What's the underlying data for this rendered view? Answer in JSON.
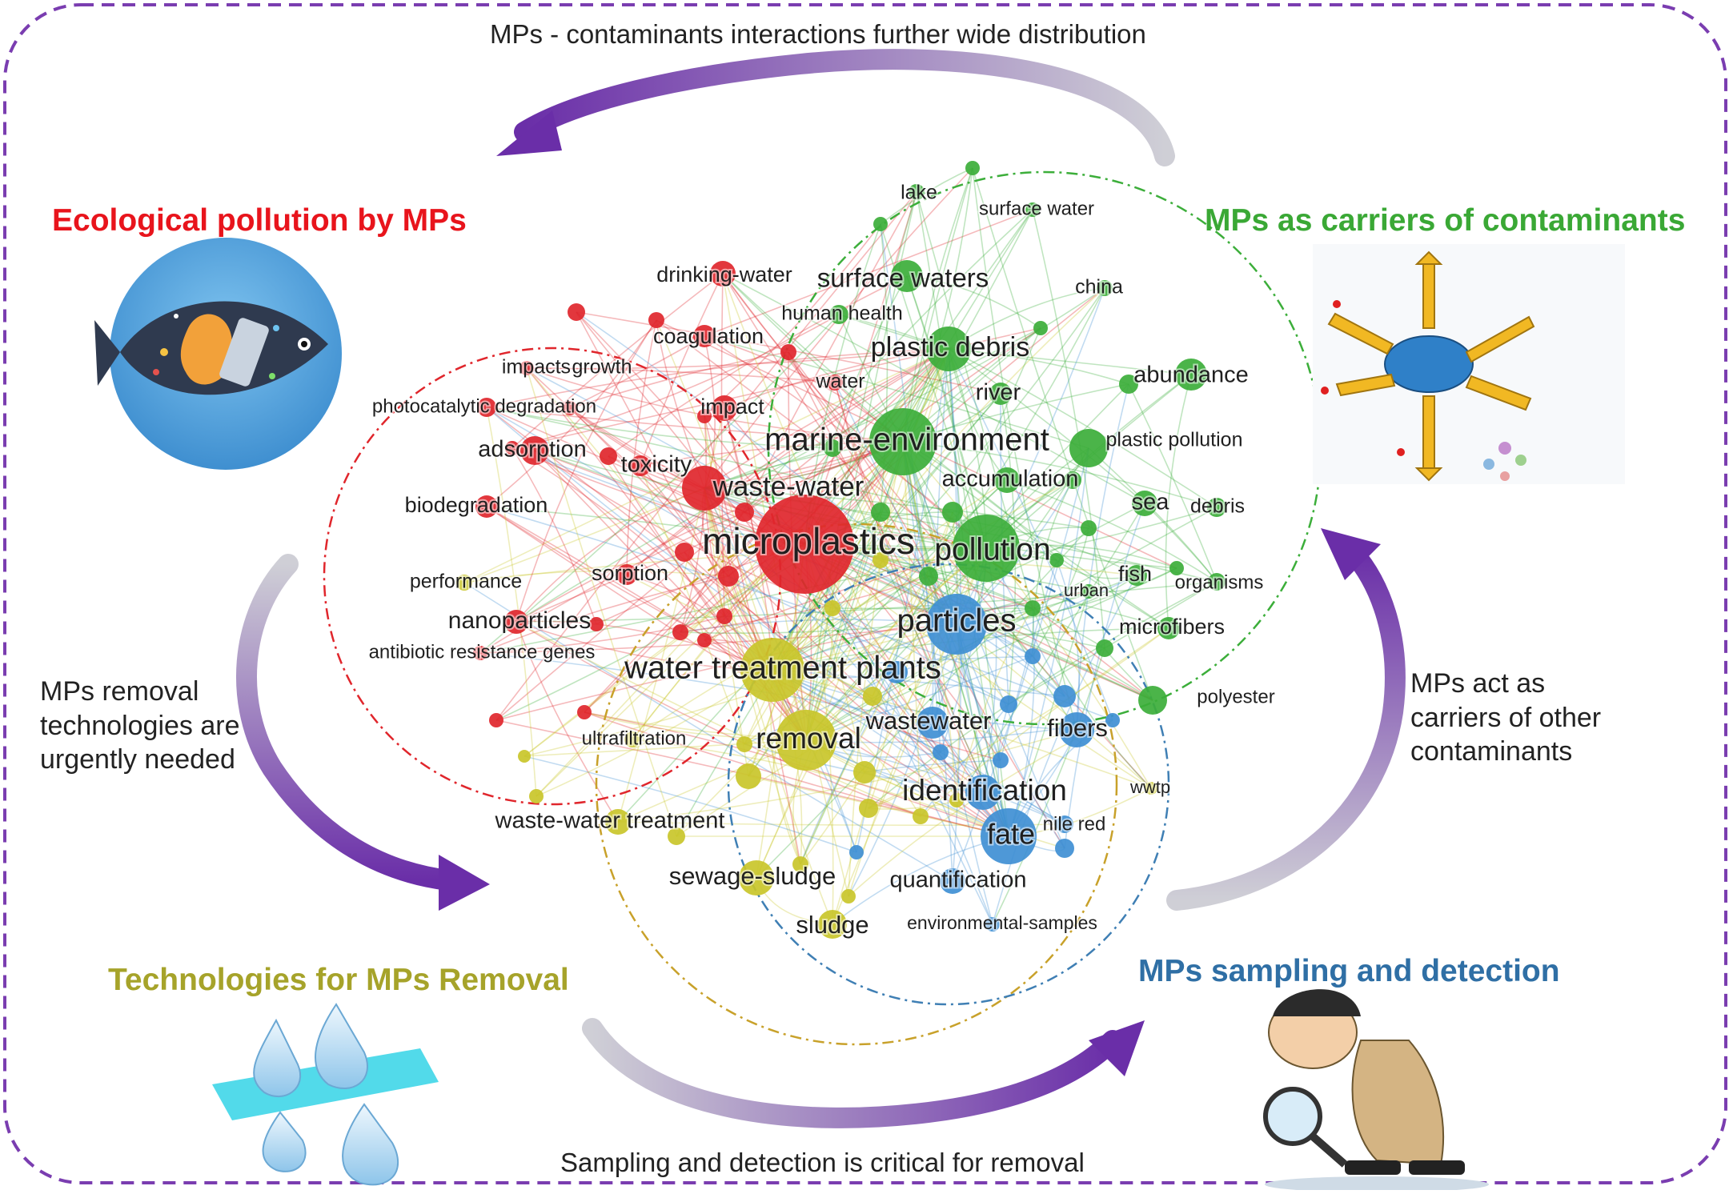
{
  "top_caption": "MPs - contaminants interactions further wide distribution",
  "bottom_caption": "Sampling and detection is critical for removal",
  "left_caption": "MPs removal technologies are urgently needed",
  "right_caption": "MPs act as carriers of other contaminants",
  "quadrants": {
    "ecological": {
      "title": "Ecological pollution by MPs",
      "color": "#e8141c"
    },
    "carriers": {
      "title": "MPs as carriers of contaminants",
      "color": "#3aa835"
    },
    "removal": {
      "title": "Technologies for MPs Removal",
      "color": "#a6a32a"
    },
    "detection": {
      "title": "MPs sampling and detection",
      "color": "#2f6fa5"
    }
  },
  "cluster_colors": {
    "red": "#e0262c",
    "green": "#3cae3a",
    "yellow": "#c9c62a",
    "blue": "#3f8fd4"
  },
  "network": {
    "keywords": [
      {
        "label": "drinking-water",
        "cluster": "red"
      },
      {
        "label": "coagulation",
        "cluster": "red"
      },
      {
        "label": "impacts",
        "cluster": "red"
      },
      {
        "label": "growth",
        "cluster": "red"
      },
      {
        "label": "photocatalytic degradation",
        "cluster": "red"
      },
      {
        "label": "impact",
        "cluster": "red"
      },
      {
        "label": "water",
        "cluster": "red"
      },
      {
        "label": "adsorption",
        "cluster": "red"
      },
      {
        "label": "toxicity",
        "cluster": "red"
      },
      {
        "label": "waste-water",
        "cluster": "red"
      },
      {
        "label": "biodegradation",
        "cluster": "red"
      },
      {
        "label": "microplastics",
        "cluster": "red"
      },
      {
        "label": "performance",
        "cluster": "yellow"
      },
      {
        "label": "sorption",
        "cluster": "red"
      },
      {
        "label": "nanoparticles",
        "cluster": "red"
      },
      {
        "label": "antibiotic resistance genes",
        "cluster": "red"
      },
      {
        "label": "lake",
        "cluster": "green"
      },
      {
        "label": "surface water",
        "cluster": "green"
      },
      {
        "label": "surface waters",
        "cluster": "green"
      },
      {
        "label": "china",
        "cluster": "green"
      },
      {
        "label": "human health",
        "cluster": "green"
      },
      {
        "label": "plastic debris",
        "cluster": "green"
      },
      {
        "label": "abundance",
        "cluster": "green"
      },
      {
        "label": "river",
        "cluster": "green"
      },
      {
        "label": "marine-environment",
        "cluster": "green"
      },
      {
        "label": "plastic pollution",
        "cluster": "green"
      },
      {
        "label": "accumulation",
        "cluster": "green"
      },
      {
        "label": "sea",
        "cluster": "green"
      },
      {
        "label": "debris",
        "cluster": "green"
      },
      {
        "label": "pollution",
        "cluster": "green"
      },
      {
        "label": "fish",
        "cluster": "green"
      },
      {
        "label": "organisms",
        "cluster": "green"
      },
      {
        "label": "urban",
        "cluster": "green"
      },
      {
        "label": "microfibers",
        "cluster": "green"
      },
      {
        "label": "polyester",
        "cluster": "green"
      },
      {
        "label": "particles",
        "cluster": "blue"
      },
      {
        "label": "water treatment plants",
        "cluster": "yellow"
      },
      {
        "label": "wastewater",
        "cluster": "blue"
      },
      {
        "label": "fibers",
        "cluster": "blue"
      },
      {
        "label": "ultrafiltration",
        "cluster": "yellow"
      },
      {
        "label": "removal",
        "cluster": "yellow"
      },
      {
        "label": "identification",
        "cluster": "blue"
      },
      {
        "label": "wwtp",
        "cluster": "yellow"
      },
      {
        "label": "waste-water treatment",
        "cluster": "yellow"
      },
      {
        "label": "nile red",
        "cluster": "blue"
      },
      {
        "label": "fate",
        "cluster": "blue"
      },
      {
        "label": "sewage-sludge",
        "cluster": "yellow"
      },
      {
        "label": "quantification",
        "cluster": "blue"
      },
      {
        "label": "sludge",
        "cluster": "yellow"
      },
      {
        "label": "environmental-samples",
        "cluster": "blue"
      }
    ]
  }
}
